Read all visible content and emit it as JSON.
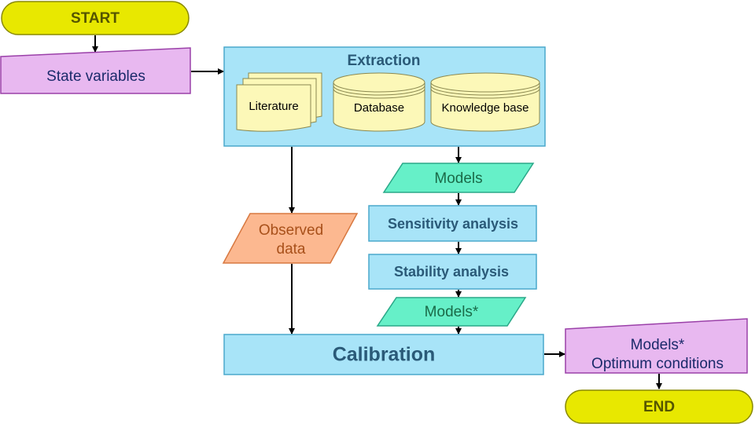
{
  "start": {
    "label": "START"
  },
  "end": {
    "label": "END"
  },
  "state_variables": {
    "label": "State variables"
  },
  "extraction": {
    "title": "Extraction",
    "literature": "Literature",
    "database": "Database",
    "knowledge_base": "Knowledge base"
  },
  "models": {
    "label": "Models"
  },
  "sensitivity": {
    "label": "Sensitivity analysis"
  },
  "stability": {
    "label": "Stability analysis"
  },
  "models_star": {
    "label": "Models*"
  },
  "observed": {
    "line1": "Observed",
    "line2": "data"
  },
  "calibration": {
    "label": "Calibration"
  },
  "output": {
    "line1": "Models*",
    "line2": "Optimum conditions"
  },
  "colors": {
    "terminal_fill": "#e8e800",
    "terminal_stroke": "#8a8a00",
    "terminal_text": "#555500",
    "manual_fill": "#e8b8f0",
    "manual_stroke": "#9a40a8",
    "manual_text": "#1a2a6a",
    "process_fill": "#a8e4f8",
    "process_stroke": "#4aa8cc",
    "process_text": "#2a5a78",
    "data_green_fill": "#66f0c8",
    "data_green_stroke": "#2aa888",
    "data_green_text": "#1a6a48",
    "data_orange_fill": "#fcb890",
    "data_orange_stroke": "#d87840",
    "data_orange_text": "#a8501a",
    "doc_fill": "#fcf8b8",
    "doc_stroke": "#8a8850",
    "arrow": "#000000"
  }
}
